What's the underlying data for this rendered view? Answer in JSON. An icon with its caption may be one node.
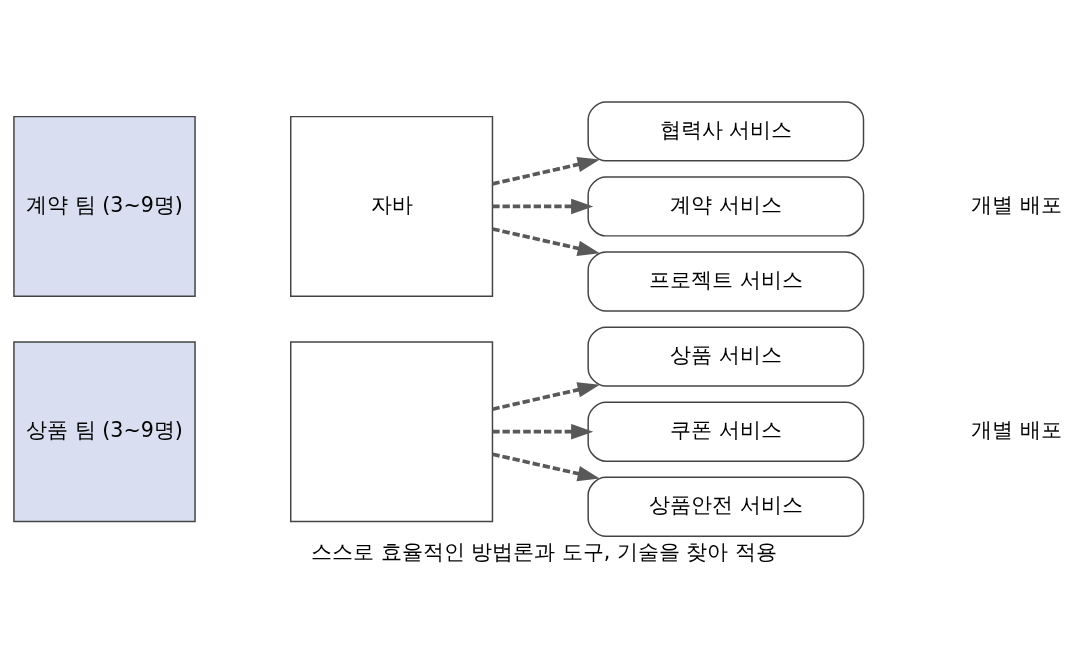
{
  "diagram": {
    "caption": "스스로 효율적인 방법론과 도구, 기술을 찾아 적용",
    "nodes": [
      {
        "text": [
          "상품 팀 (3~9명)"
        ]
      },
      {
        "text": [],
        "shape": "box"
      },
      {
        "text": [
          "상품 서비스"
        ]
      },
      {
        "text": [
          "쿠폰 서비스"
        ]
      },
      {
        "text": [
          "상품안전 서비스"
        ]
      },
      {
        "text": [
          "계약 팀 (3~9명)"
        ]
      },
      {
        "text": [
          "자바"
        ]
      },
      {
        "text": [
          "협력사 서비스"
        ]
      },
      {
        "text": [
          "계약 서비스"
        ]
      },
      {
        "text": [
          "프로젝트 서비스"
        ]
      }
    ],
    "edges": [
      {
        "from": 1,
        "to": 2,
        "arrow": "to",
        "style": "dashed"
      },
      {
        "from": 1,
        "to": 3,
        "arrow": "to",
        "style": "dashed"
      },
      {
        "from": 1,
        "to": 4,
        "arrow": "to",
        "style": "dashed"
      },
      {
        "from": 6,
        "to": 7,
        "arrow": "to",
        "style": "dashed"
      },
      {
        "from": 6,
        "to": 8,
        "arrow": "to",
        "style": "dashed"
      },
      {
        "from": 6,
        "to": 9,
        "arrow": "to",
        "style": "dashed"
      }
    ],
    "labels": [
      "개별 배포",
      "개별 배포"
    ]
  }
}
